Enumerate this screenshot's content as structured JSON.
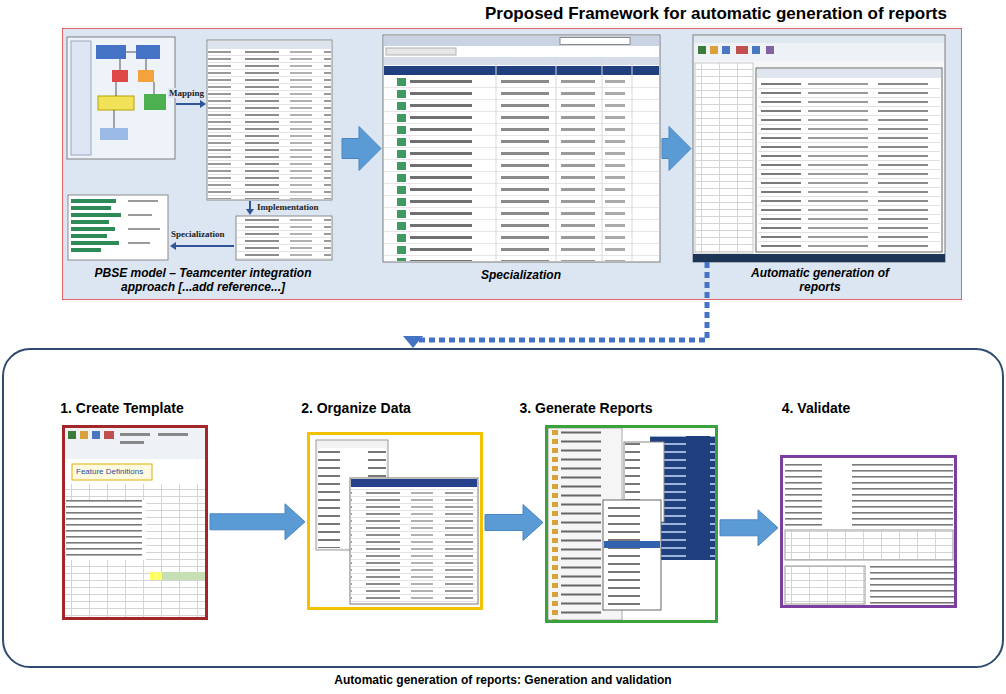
{
  "diagram": {
    "nodes": [
      {
        "text": [
          "Proposed Framework for automatic generation of reports"
        ]
      },
      {
        "text": [
          "PBSE model – Teamcenter integration approach [...add reference...]"
        ],
        "in": 0
      },
      {
        "text": [
          "Specialization"
        ],
        "in": 0
      },
      {
        "text": [
          "Automatic generation of reports"
        ],
        "in": 0
      },
      {
        "text": [
          "Automatic generation of reports: Generation and validation"
        ]
      },
      {
        "text": [
          "1. Create Template"
        ],
        "in": 4
      },
      {
        "text": [
          "2. Organize Data"
        ],
        "in": 4
      },
      {
        "text": [
          "3. Generate Reports"
        ],
        "in": 4
      },
      {
        "text": [
          "4. Validate"
        ],
        "in": 4
      }
    ],
    "edges": [
      {
        "from": 1,
        "to": 2,
        "arrow": "to"
      },
      {
        "from": 2,
        "to": 3,
        "arrow": "to"
      },
      {
        "from": 3,
        "to": 4,
        "arrow": "to"
      },
      {
        "from": 5,
        "to": 6,
        "arrow": "to"
      },
      {
        "from": 6,
        "to": 7,
        "arrow": "to"
      },
      {
        "from": 7,
        "to": 8,
        "arrow": "to"
      }
    ],
    "labels": [
      "Mapping",
      "Implementation",
      "Specialization",
      "Feature Definitions"
    ]
  }
}
